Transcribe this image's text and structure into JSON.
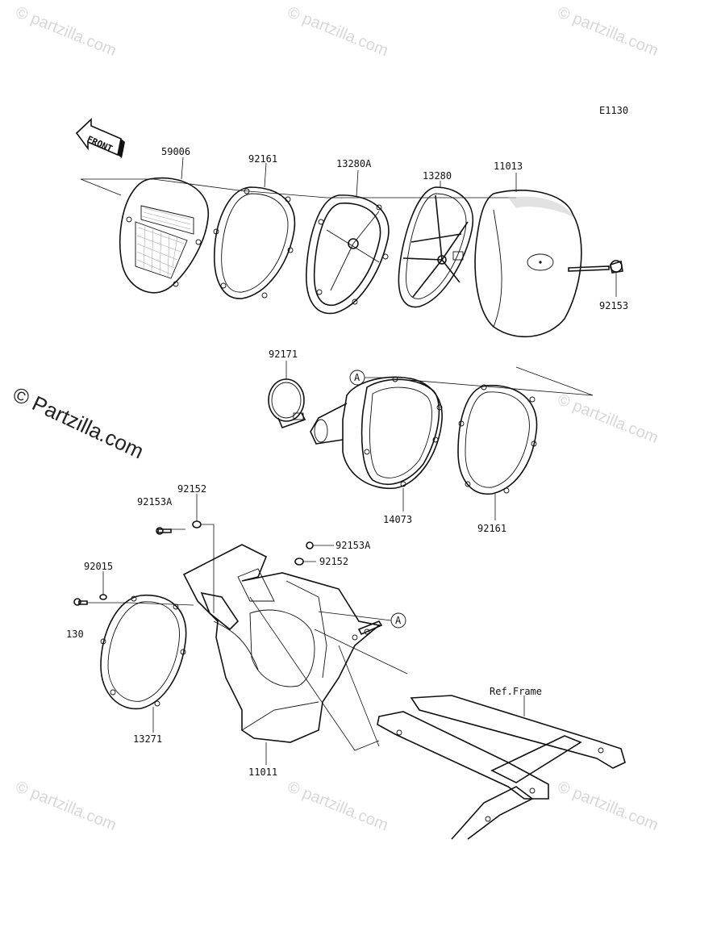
{
  "diagram_code": "E1130",
  "front_arrow_text": "FRONT",
  "ref_marker": "A",
  "part_numbers": {
    "p59006": "59006",
    "p92161_top": "92161",
    "p13280A": "13280A",
    "p13280": "13280",
    "p11013": "11013",
    "p92153_top": "92153",
    "p92171": "92171",
    "p14073": "14073",
    "p92161_mid": "92161",
    "p92152_left": "92152",
    "p92153A_left": "92153A",
    "p92153A_right": "92153A",
    "p92152_right": "92152",
    "p92015": "92015",
    "p130": "130",
    "p13271": "13271",
    "p11011": "11011",
    "ref_frame": "Ref.Frame"
  },
  "watermarks": {
    "small": "© partzilla.com",
    "large": "© Partzilla.com"
  }
}
